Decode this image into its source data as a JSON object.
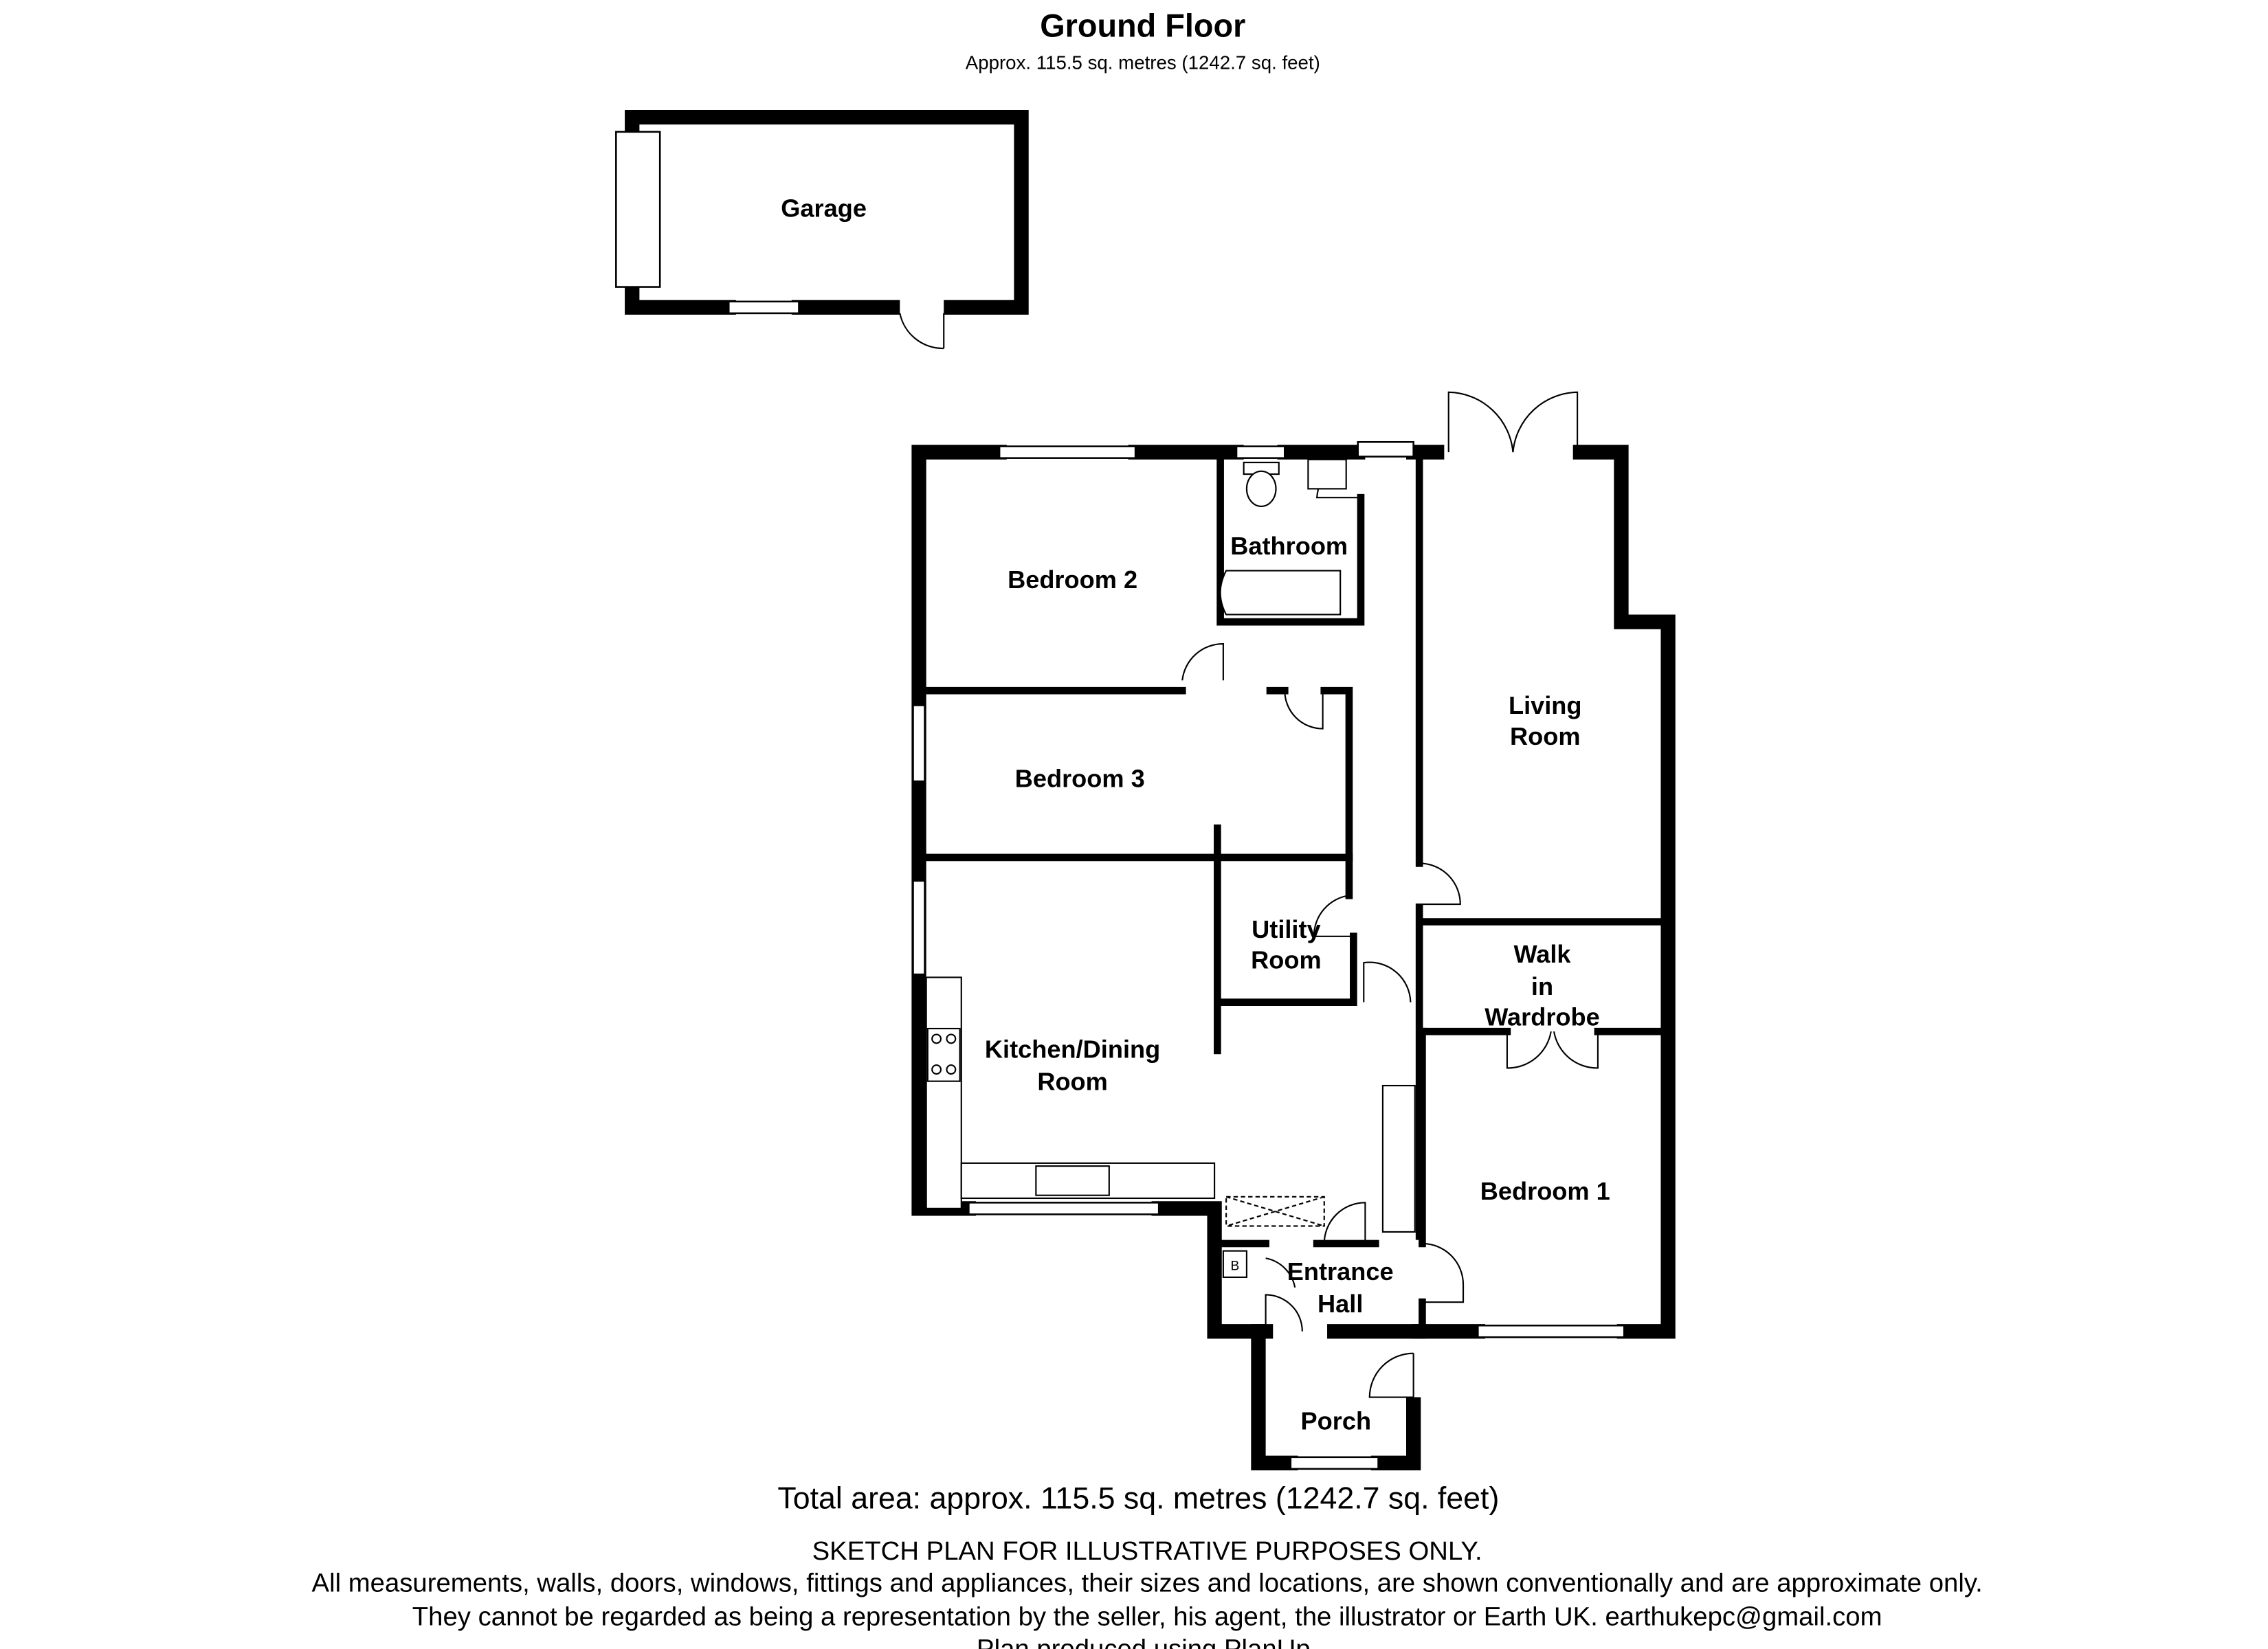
{
  "header": {
    "title": "Ground Floor",
    "subtitle": "Approx. 115.5 sq. metres (1242.7 sq. feet)"
  },
  "rooms": {
    "garage": "Garage",
    "bedroom2": "Bedroom 2",
    "bathroom": "Bathroom",
    "bedroom3": "Bedroom 3",
    "living_room_1": "Living",
    "living_room_2": "Room",
    "utility_1": "Utility",
    "utility_2": "Room",
    "walkin_1": "Walk",
    "walkin_2": "in",
    "walkin_3": "Wardrobe",
    "kitchen_1": "Kitchen/Dining",
    "kitchen_2": "Room",
    "bedroom1": "Bedroom 1",
    "entrance_1": "Entrance",
    "entrance_2": "Hall",
    "porch": "Porch",
    "boiler": "B"
  },
  "footer": {
    "total_area": "Total area: approx. 115.5 sq. metres (1242.7 sq. feet)",
    "disclaimer_1": "SKETCH PLAN FOR ILLUSTRATIVE PURPOSES ONLY.",
    "disclaimer_2": "All measurements, walls, doors, windows, fittings and appliances, their sizes and locations, are shown conventionally and are approximate only.",
    "disclaimer_3": "They cannot be regarded as being a representation by the seller, his agent, the illustrator or Earth UK. earthukepc@gmail.com",
    "disclaimer_4": "Plan produced using PlanUp."
  }
}
